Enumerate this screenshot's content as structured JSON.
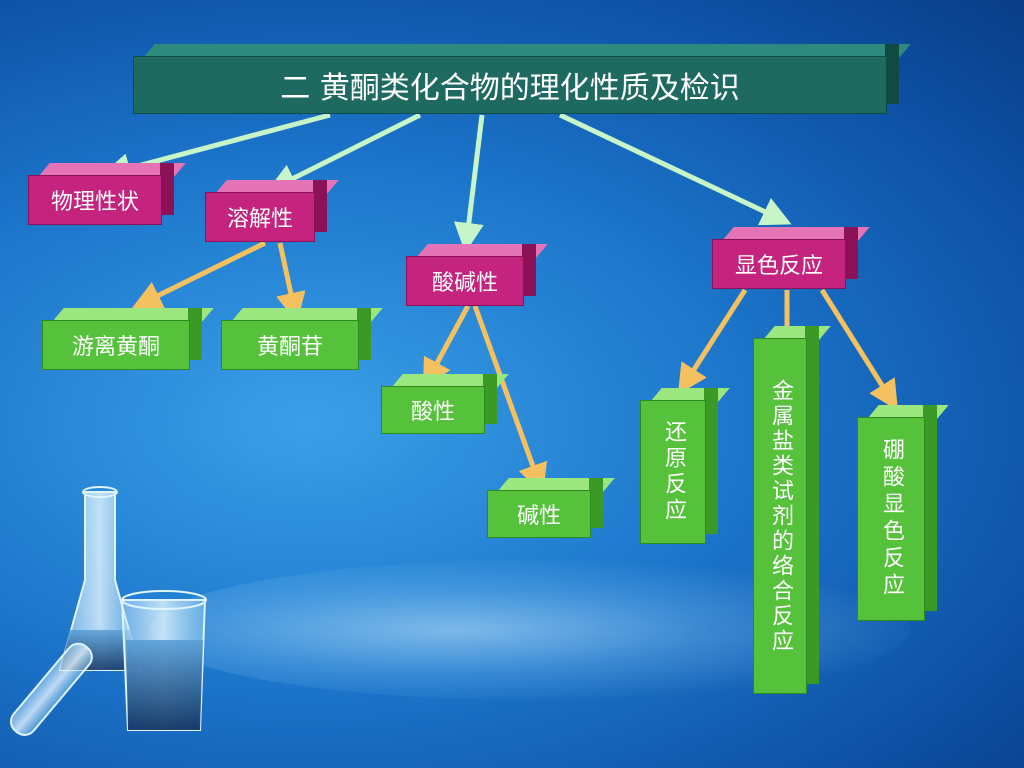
{
  "title": "二  黄酮类化合物的理化性质及检识",
  "nodes": {
    "physical": "物理性状",
    "solubility": "溶解性",
    "acid_base": "酸碱性",
    "color_reaction": "显色反应",
    "free_flavone": "游离黄酮",
    "flavone_glycoside": "黄酮苷",
    "acidic": "酸性",
    "basic": "碱性",
    "reduction": "还原反应",
    "metal_salt": "金属盐类试剂的络合反应",
    "boric_acid": "硼酸显色反应"
  },
  "colors": {
    "title_box": "#1f6a60",
    "category_box": "#c4237e",
    "leaf_box": "#56c23c",
    "primary_arrow": "#c8f5c8",
    "secondary_arrow": "#f5c060"
  }
}
